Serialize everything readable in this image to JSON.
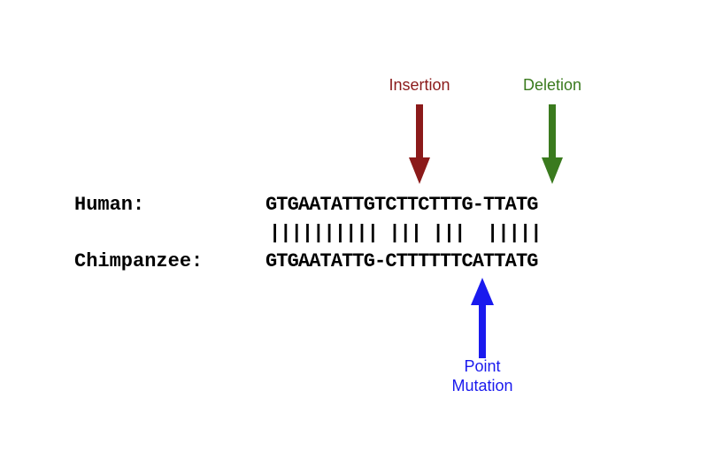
{
  "rows": [
    {
      "label": "Human:",
      "sequence": "GTGAATATTGTCTTCTTTG-TTATG"
    },
    {
      "label": "Chimpanzee:",
      "sequence": "GTGAATATTG-CTTTTTTCATTATG"
    }
  ],
  "match_line": "|||||||||| ||| |||  |||||",
  "annotations": {
    "insertion": {
      "label": "Insertion",
      "color": "#8b1a1a"
    },
    "deletion": {
      "label": "Deletion",
      "color": "#3a7a1e"
    },
    "point_mutation": {
      "label_line1": "Point",
      "label_line2": "Mutation",
      "color": "#1a1aee"
    }
  }
}
